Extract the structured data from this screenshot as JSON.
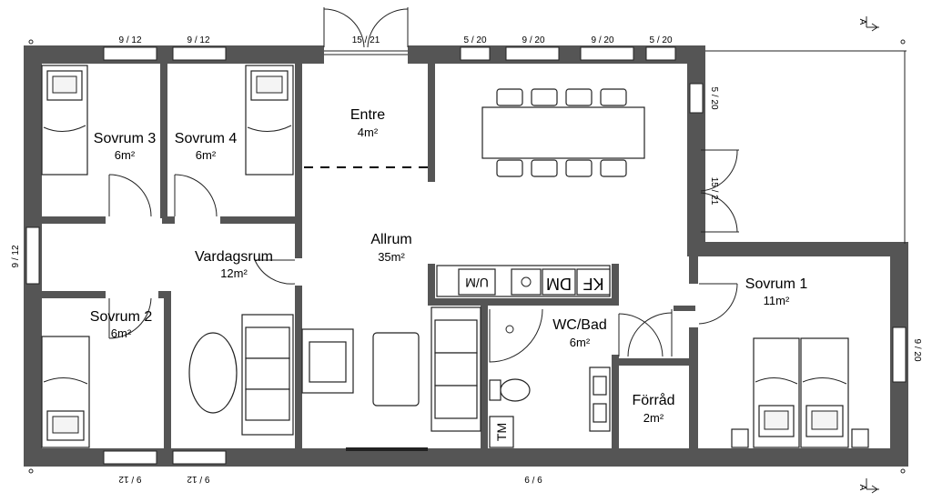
{
  "plan": {
    "rooms": {
      "sovrum3": {
        "name": "Sovrum 3",
        "area": "6m²"
      },
      "sovrum4": {
        "name": "Sovrum 4",
        "area": "6m²"
      },
      "entre": {
        "name": "Entre",
        "area": "4m²"
      },
      "vardagsrum": {
        "name": "Vardagsrum",
        "area": "12m²"
      },
      "allrum": {
        "name": "Allrum",
        "area": "35m²"
      },
      "sovrum2": {
        "name": "Sovrum 2",
        "area": "6m²"
      },
      "wcbad": {
        "name": "WC/Bad",
        "area": "6m²"
      },
      "forrad": {
        "name": "Förråd",
        "area": "2m²"
      },
      "sovrum1": {
        "name": "Sovrum 1",
        "area": "11m²"
      }
    },
    "windows": {
      "top1": "9 / 12",
      "top2": "9 / 12",
      "door_top": "15 / 21",
      "top3": "5 / 20",
      "top4": "9 / 20",
      "top5": "9 / 20",
      "top6": "5 / 20",
      "right1": "5 / 20",
      "door_right": "15 / 21",
      "right2": "9 / 20",
      "left1": "9 / 12",
      "bottom1": "9 / 12",
      "bottom2": "9 / 12",
      "bottom3": "9 / 9"
    },
    "appliances": {
      "um": "U/M",
      "kf": "KF",
      "dm": "DM",
      "tm": "TM"
    },
    "section_marks": {
      "top": "A",
      "bottom": "A"
    }
  }
}
